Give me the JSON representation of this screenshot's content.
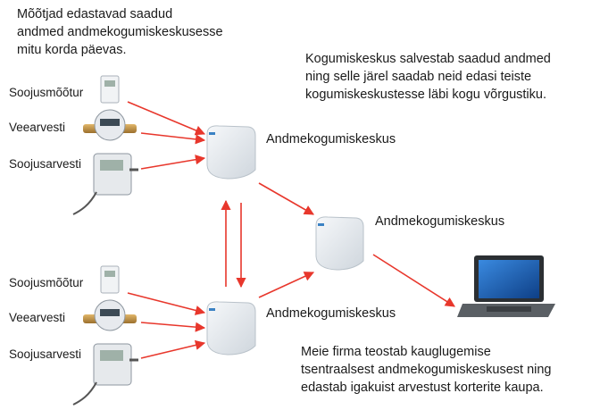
{
  "texts": {
    "top_left": [
      "Mõõtjad edastavad saadud",
      "andmed andmekogumiskeskusesse",
      "mitu korda päevas."
    ],
    "top_right": [
      "Kogumiskeskus salvestab saadud andmed",
      "ning selle järel saadab neid edasi teiste",
      "kogumiskeskustesse läbi kogu võrgustiku."
    ],
    "bottom_right": [
      "Meie firma teostab kauglugemise",
      "tsentraalsest andmekogumiskeskusest ning",
      "edastab igakuist arvestust korterite kaupa."
    ]
  },
  "groups": [
    {
      "heat_meter_label": "Soojusmõõtur",
      "water_meter_label": "Veearvesti",
      "heat_calc_label": "Soojusarvesti",
      "hub_label": "Andmekogumiskeskus"
    },
    {
      "heat_meter_label": "Soojusmõõtur",
      "water_meter_label": "Veearvesti",
      "heat_calc_label": "Soojusarvesti",
      "hub_label": "Andmekogumiskeskus"
    }
  ],
  "central_hub_label": "Andmekogumiskeskus",
  "colors": {
    "arrow": "#e8372c",
    "text": "#1a1a1a",
    "hub_body": "#e9edf1",
    "laptop_screen": "#1e5fb0"
  }
}
